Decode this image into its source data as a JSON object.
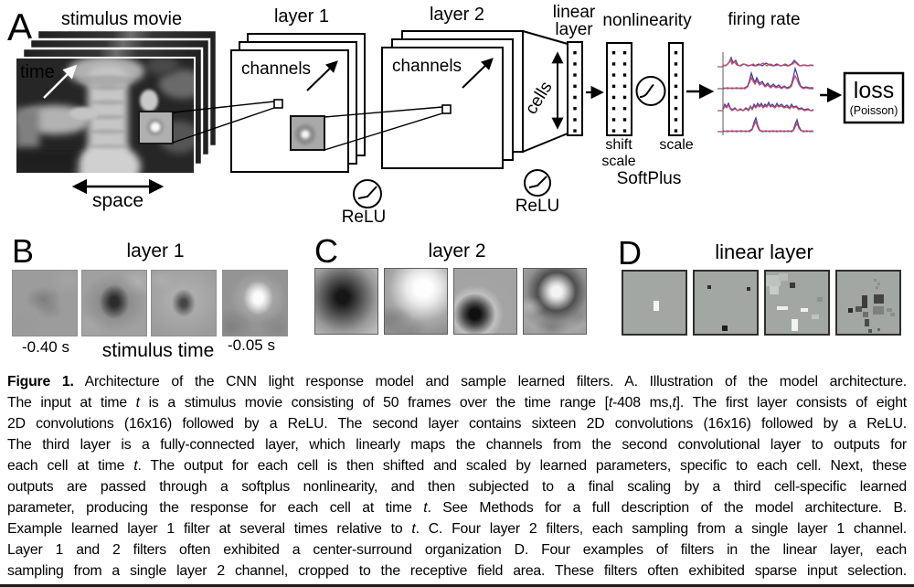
{
  "figure": {
    "panelA": {
      "label": "A",
      "stimulus": {
        "title": "stimulus movie",
        "time": "time",
        "space": "space"
      },
      "layer1": {
        "title": "layer 1",
        "channels": "channels",
        "relu": "ReLU"
      },
      "layer2": {
        "title": "layer 2",
        "channels": "channels",
        "relu": "ReLU"
      },
      "linear": {
        "title_line1": "linear",
        "title_line2": "layer",
        "cells": "cells"
      },
      "nonlinearity": {
        "title": "nonlinearity",
        "shift_line1": "shift",
        "shift_line2": "scale",
        "scale": "scale",
        "softplus": "SoftPlus"
      },
      "firing": {
        "title": "firing rate"
      },
      "loss": {
        "line1": "loss",
        "line2": "(Poisson)"
      }
    },
    "panelB": {
      "label": "B",
      "title": "layer 1",
      "time_left": "-0.40 s",
      "time_axis": "stimulus time",
      "time_right": "-0.05 s"
    },
    "panelC": {
      "label": "C",
      "title": "layer 2"
    },
    "panelD": {
      "label": "D",
      "title": "linear layer"
    },
    "colors": {
      "trace_red": "#c84a66",
      "trace_blue": "#3c42a0",
      "axis_gray": "#999999"
    }
  },
  "caption": {
    "lines": [
      [
        {
          "t": "Figure 1.",
          "s": "b"
        },
        {
          "t": " Architecture of the CNN light response model and sample learned filters. A. Illustration of the model architecture.",
          "s": ""
        }
      ],
      [
        {
          "t": "The input at time ",
          "s": ""
        },
        {
          "t": "t",
          "s": "i"
        },
        {
          "t": " is a stimulus movie consisting of 50 frames over the time range [",
          "s": ""
        },
        {
          "t": "t",
          "s": "i"
        },
        {
          "t": "-408 ms,",
          "s": ""
        },
        {
          "t": "t",
          "s": "i"
        },
        {
          "t": "]. The first layer consists of eight",
          "s": ""
        }
      ],
      [
        {
          "t": "2D convolutions (16x16) followed by a ReLU. The second layer contains sixteen 2D convolutions (16x16) followed by a ReLU.",
          "s": ""
        }
      ],
      [
        {
          "t": "The third layer is a fully-connected layer, which linearly maps the channels from the second convolutional layer to outputs for",
          "s": ""
        }
      ],
      [
        {
          "t": "each cell at time ",
          "s": ""
        },
        {
          "t": "t",
          "s": "i"
        },
        {
          "t": ". The output for each cell is then shifted and scaled by learned parameters, specific to each cell. Next, these",
          "s": ""
        }
      ],
      [
        {
          "t": "outputs are passed through a softplus nonlinearity, and then subjected to a final scaling by a third cell-specific learned",
          "s": ""
        }
      ],
      [
        {
          "t": "parameter, producing the response for each cell at time ",
          "s": ""
        },
        {
          "t": "t",
          "s": "i"
        },
        {
          "t": ". See Methods for a full description of the model architecture. B.",
          "s": ""
        }
      ],
      [
        {
          "t": "Example learned layer 1 filter at several times relative to ",
          "s": ""
        },
        {
          "t": "t",
          "s": "i"
        },
        {
          "t": ". C. Four layer 2 filters, each sampling from a single layer 1 channel.",
          "s": ""
        }
      ],
      [
        {
          "t": "Layer 1 and 2 filters often exhibited a center-surround organization D. Four examples of filters in the linear layer, each",
          "s": ""
        }
      ],
      [
        {
          "t": "sampling from a single layer 2 channel, cropped to the receptive field area. These filters often exhibited sparse input selection.",
          "s": ""
        }
      ]
    ]
  }
}
